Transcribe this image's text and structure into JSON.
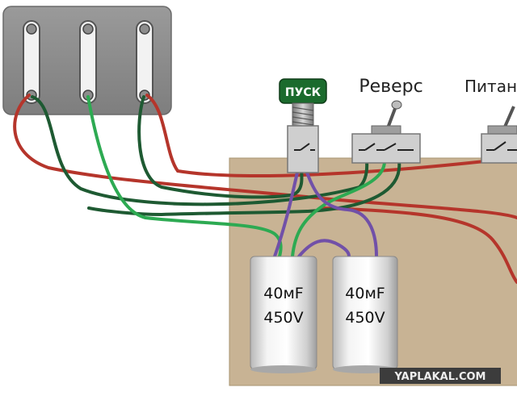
{
  "labels": {
    "start_button": "ПУСК",
    "reverse_switch": "Реверс",
    "power_switch": "Питан"
  },
  "capacitors": [
    {
      "capacitance": "40мF",
      "voltage": "450V"
    },
    {
      "capacitance": "40мF",
      "voltage": "450V"
    }
  ],
  "watermark": "YAPLAKAL.COM",
  "colors": {
    "wire_red": "#b5352b",
    "wire_dark_green": "#1e5a32",
    "wire_light_green": "#2daa52",
    "wire_purple": "#7150a8",
    "board": "#c8b394",
    "motor_plate": "#8d8d8d",
    "start_button_bg": "#1b6b2d"
  }
}
